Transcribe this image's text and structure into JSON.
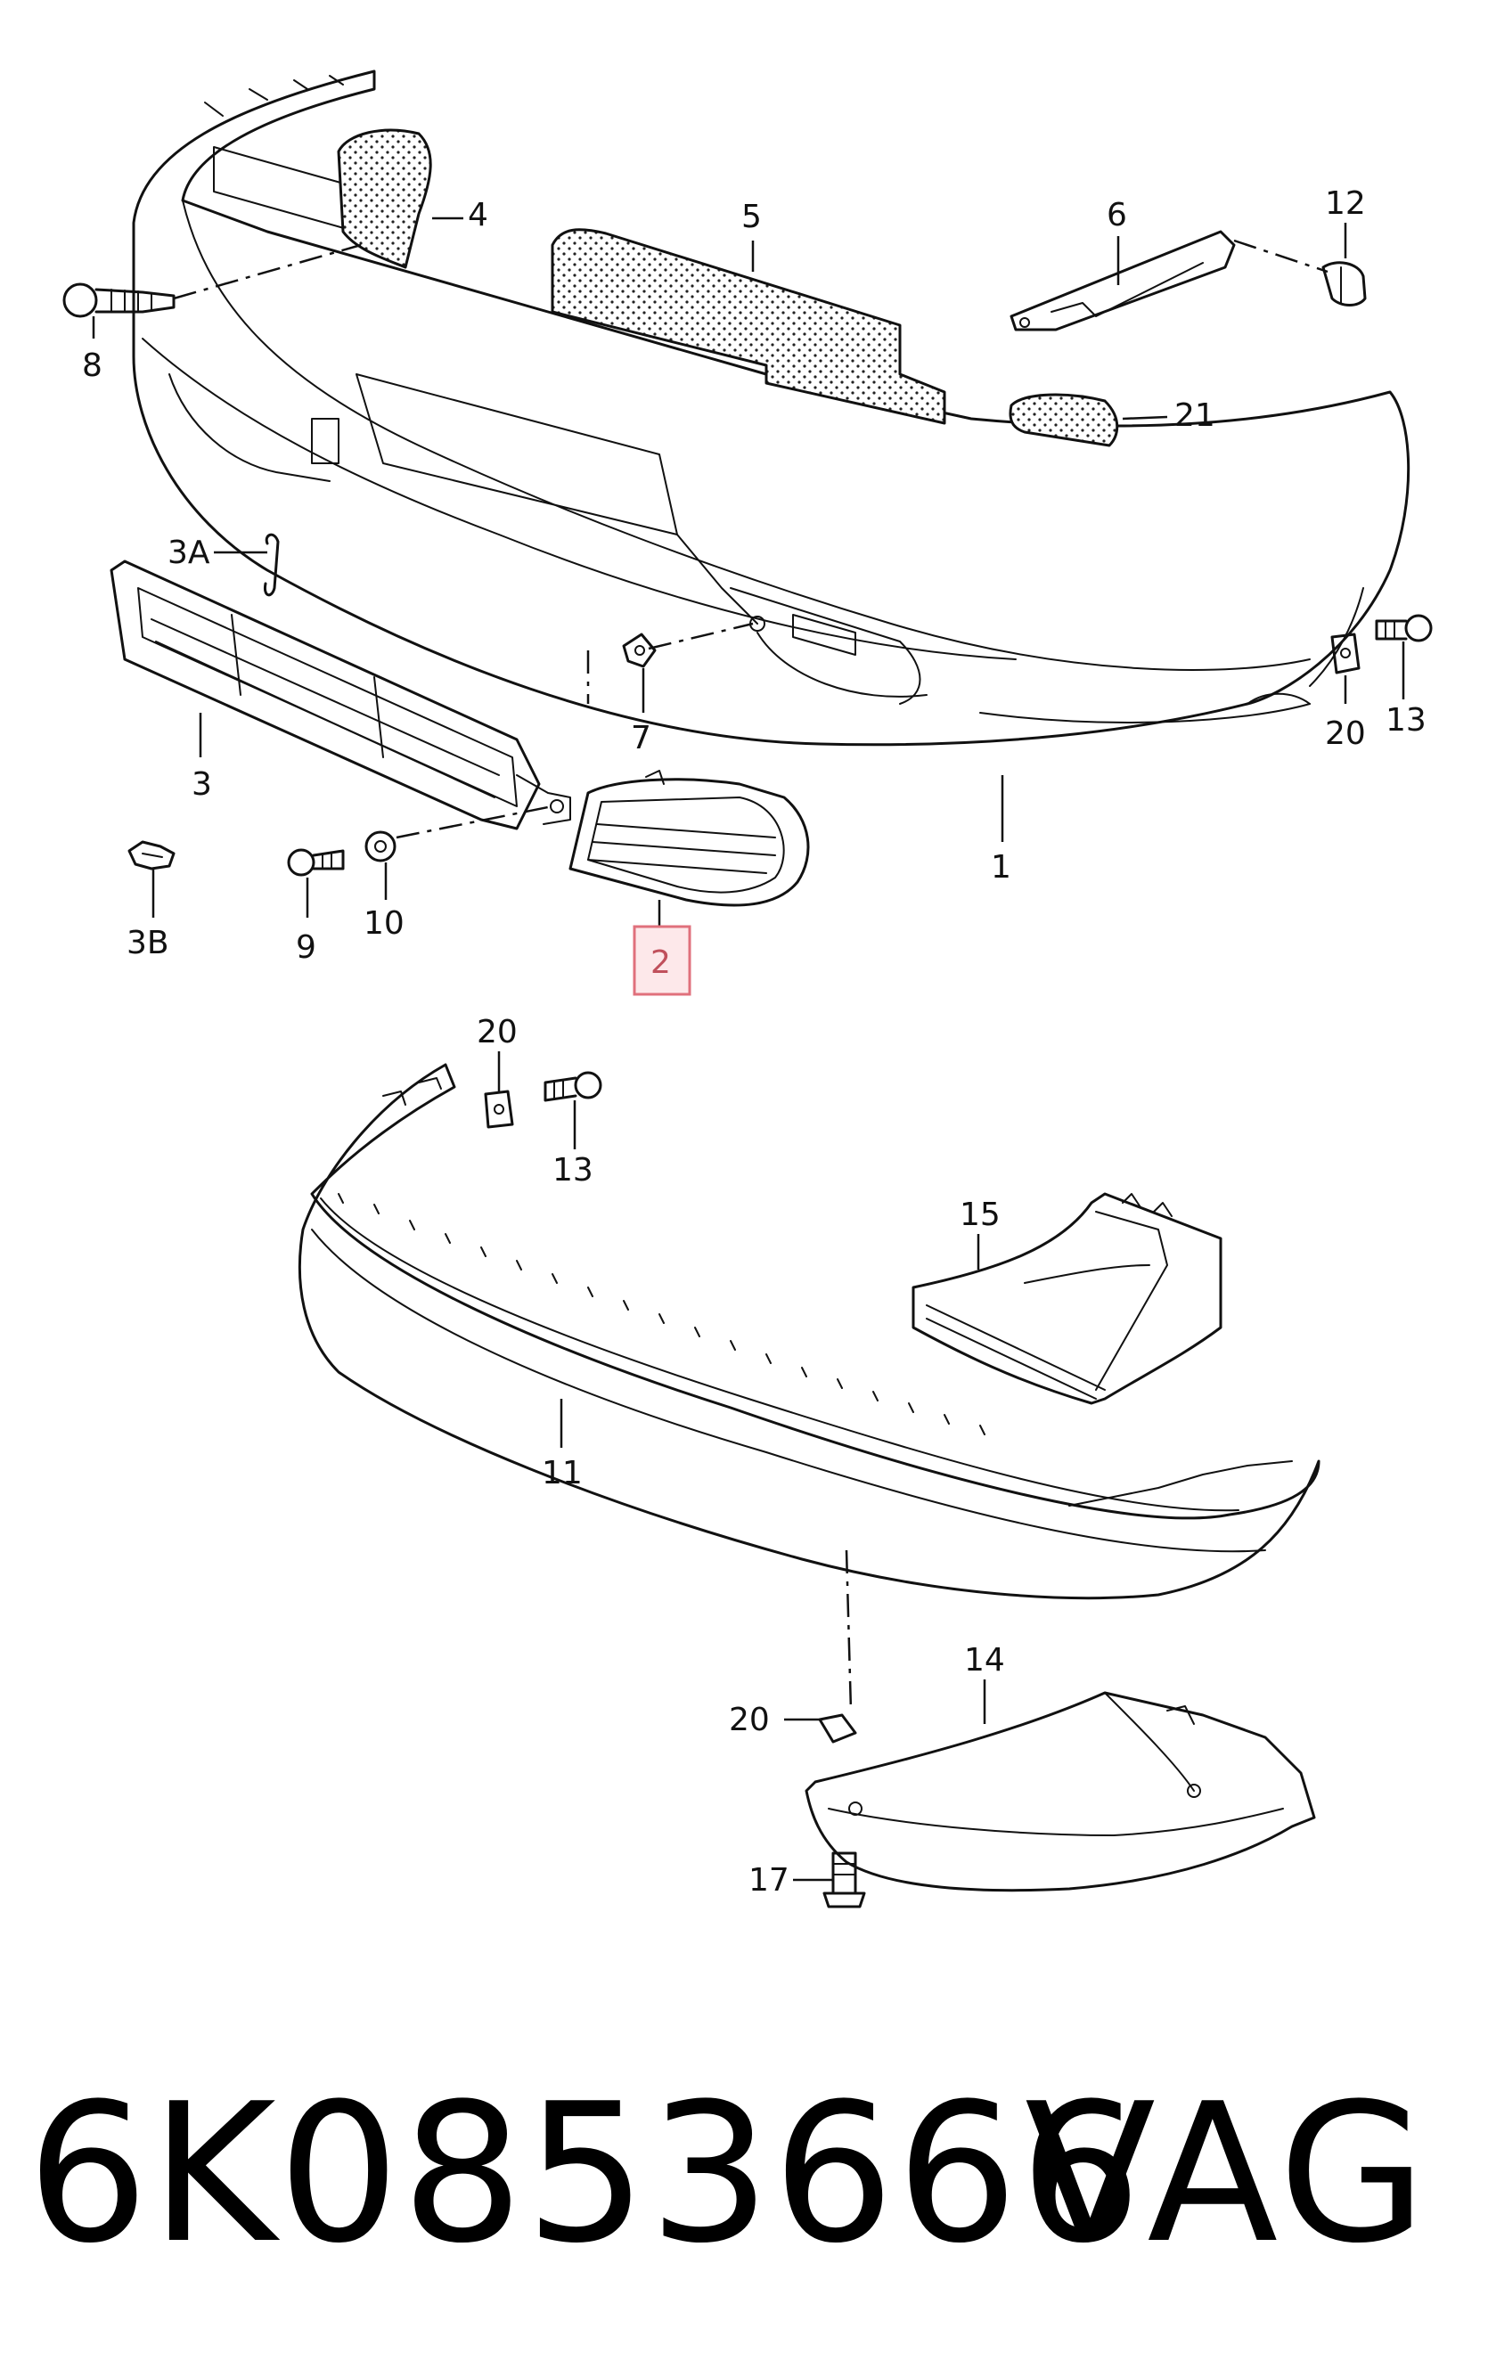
{
  "diagram": {
    "callouts": {
      "c1": "1",
      "c2": "2",
      "c3": "3",
      "c3a": "3A",
      "c3b": "3B",
      "c4": "4",
      "c5": "5",
      "c6": "6",
      "c7": "7",
      "c8": "8",
      "c9": "9",
      "c10": "10",
      "c11": "11",
      "c12": "12",
      "c13_top": "13",
      "c13_mid": "13",
      "c14": "14",
      "c15": "15",
      "c17": "17",
      "c20_top": "20",
      "c20_mid": "20",
      "c20_bot": "20",
      "c21": "21"
    },
    "highlighted_callout": "2",
    "highlight_color": "#fde8ea"
  },
  "footer": {
    "part_number": "6K0853666",
    "brand": "VAG"
  }
}
